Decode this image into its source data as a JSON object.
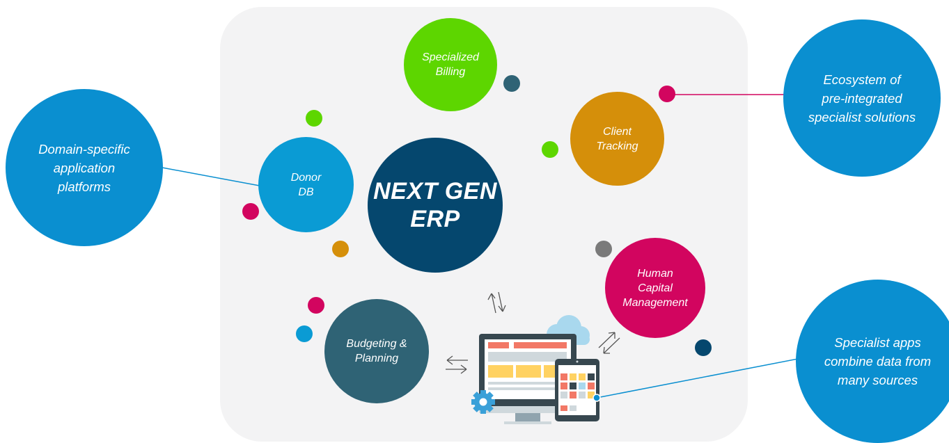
{
  "diagram": {
    "center": {
      "label": "NEXT GEN\nERP",
      "color": "#05476e"
    },
    "modules": {
      "billing": {
        "label": "Specialized\nBilling",
        "color": "#5dd600"
      },
      "client": {
        "label": "Client\nTracking",
        "color": "#d58f0a"
      },
      "donor": {
        "label": "Donor\nDB",
        "color": "#0a9bd4"
      },
      "budget": {
        "label": "Budgeting &\nPlanning",
        "color": "#2f6375"
      },
      "hcm": {
        "label": "Human\nCapital\nManagement",
        "color": "#d2055f"
      }
    },
    "callouts": {
      "left": {
        "label": "Domain-specific\napplication\nplatforms"
      },
      "top_right": {
        "label": "Ecosystem of\npre-integrated\nspecialist solutions"
      },
      "bottom_right": {
        "label": "Specialist apps\ncombine data from\nmany sources"
      }
    },
    "icons": [
      "exchange-arrows-icon",
      "desktop-monitor-icon",
      "tablet-icon",
      "cloud-icon",
      "gear-icon"
    ],
    "colors": {
      "panel": "#f3f3f4",
      "callout": "#0a8fd0",
      "magenta": "#d2055f",
      "green": "#5dd600",
      "orange": "#d58f0a",
      "slate": "#2f6375",
      "navy": "#05476e",
      "gray": "#7a7a7a",
      "blue": "#0a9bd4"
    }
  }
}
